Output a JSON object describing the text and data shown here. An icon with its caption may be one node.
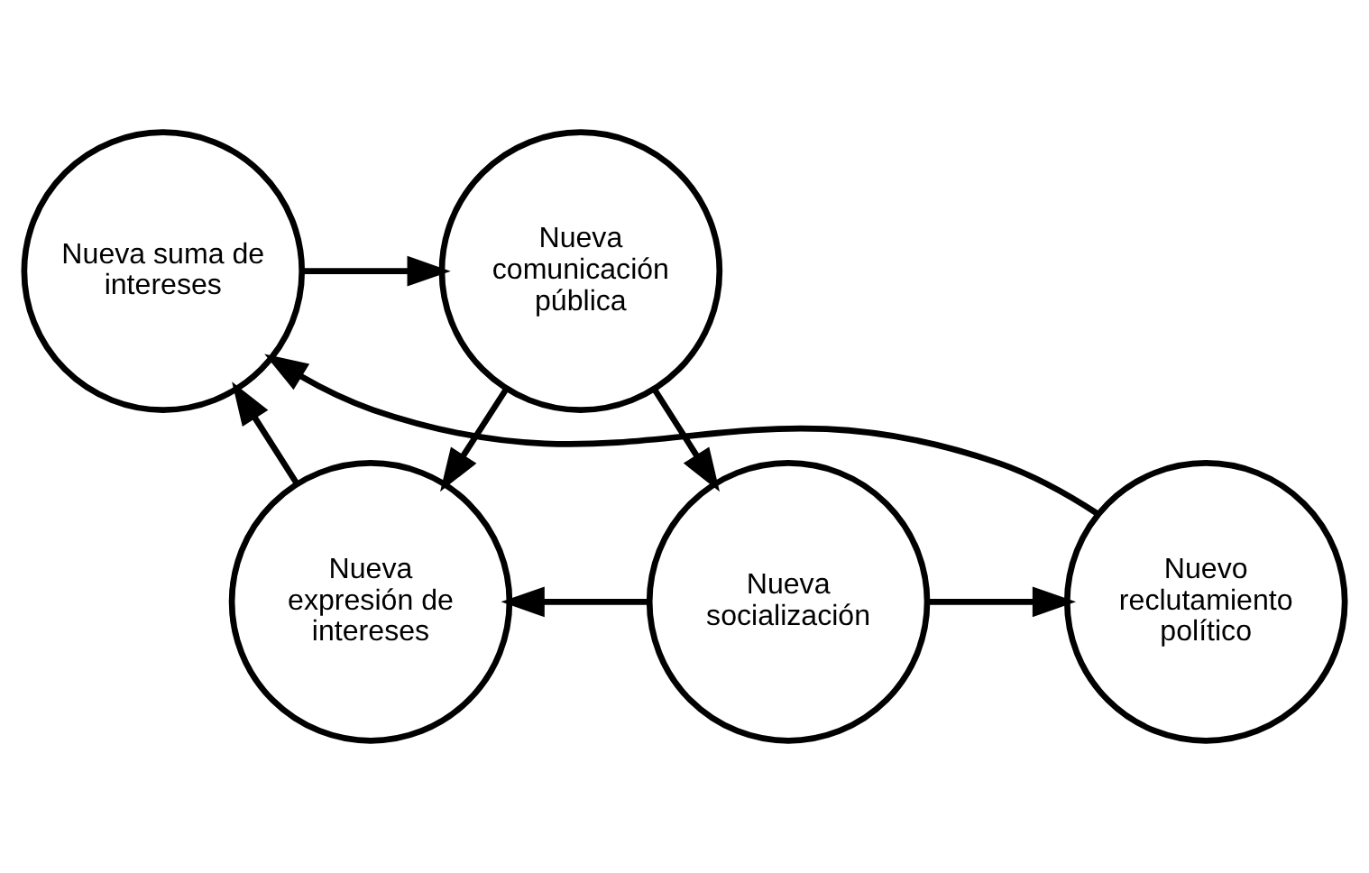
{
  "diagram": {
    "nodes": [
      {
        "text": [
          "Nueva suma de intereses"
        ]
      },
      {
        "text": [
          "Nueva comunicación pública"
        ]
      },
      {
        "text": [
          "Nueva expresión de intereses"
        ]
      },
      {
        "text": [
          "Nuevo reclutamiento político"
        ]
      },
      {
        "text": [
          "Nueva socialización"
        ]
      }
    ],
    "edges": [
      {
        "from": 0,
        "to": 1,
        "arrow": "to"
      },
      {
        "from": 1,
        "to": 4,
        "arrow": "to"
      },
      {
        "from": 1,
        "to": 2,
        "arrow": "to"
      },
      {
        "from": 4,
        "to": 2,
        "arrow": "to"
      },
      {
        "from": 4,
        "to": 3,
        "arrow": "to"
      },
      {
        "from": 2,
        "to": 0,
        "arrow": "to"
      },
      {
        "from": 3,
        "to": 0,
        "arrow": "to"
      }
    ]
  }
}
